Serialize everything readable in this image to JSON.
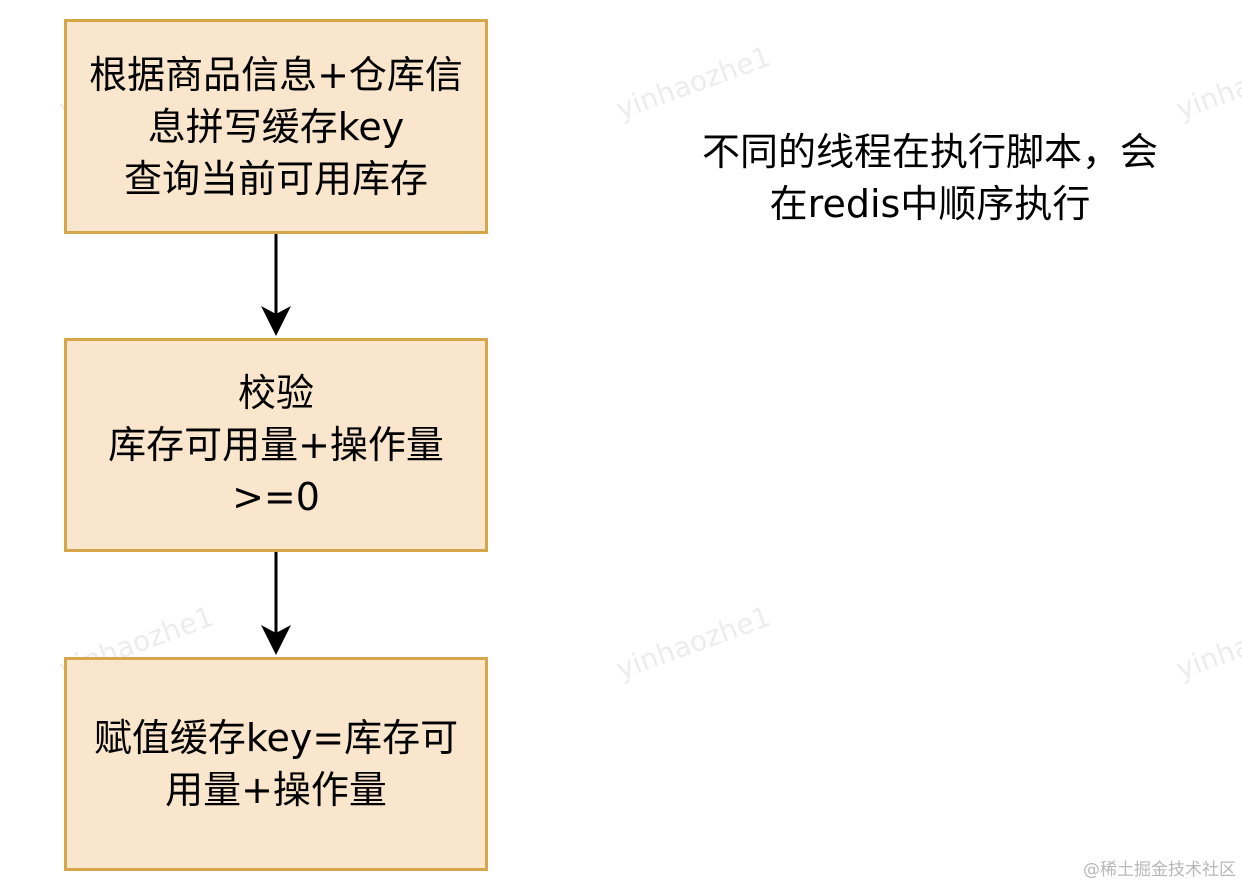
{
  "flow": {
    "step1": [
      "根据商品信息+仓库信",
      "息拼写缓存key",
      "查询当前可用库存"
    ],
    "step2": [
      "校验",
      "库存可用量+操作量",
      ">=0"
    ],
    "step3": [
      "赋值缓存key=库存可",
      "用量+操作量"
    ]
  },
  "note": [
    "不同的线程在执行脚本，会",
    "在redis中顺序执行"
  ],
  "watermark": "yinhaozhe1",
  "credit": "@稀土掘金技术社区",
  "colors": {
    "box_fill": "#fae6cc",
    "box_border": "#d6a64a",
    "arrow": "#000000"
  }
}
